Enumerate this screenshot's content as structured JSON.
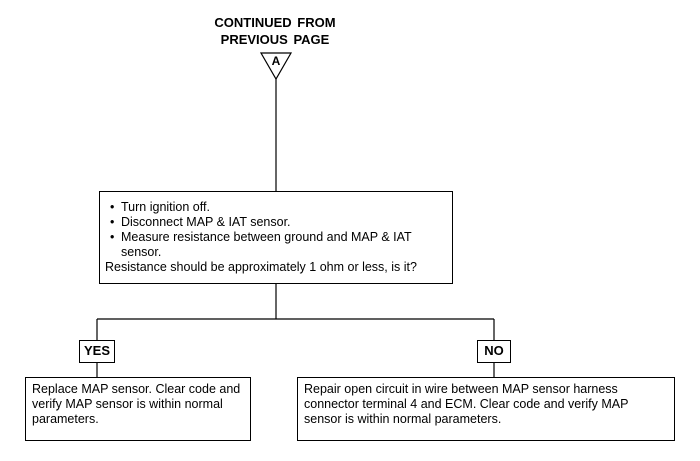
{
  "header": {
    "line1": "CONTINUED  FROM",
    "line2": "PREVIOUS  PAGE",
    "connector_label": "A"
  },
  "main_step": {
    "bullets": [
      "Turn ignition off.",
      "Disconnect MAP & IAT sensor.",
      "Measure resistance between ground and MAP & IAT sensor."
    ],
    "question": "Resistance should be approximately 1 ohm or less, is it?"
  },
  "branches": {
    "yes": {
      "label": "YES",
      "action": "Replace MAP sensor. Clear code and verify MAP sensor is within normal parameters."
    },
    "no": {
      "label": "NO",
      "action": "Repair open circuit in wire between MAP sensor harness connector terminal 4 and ECM. Clear code and verify MAP sensor is within normal parameters."
    }
  }
}
